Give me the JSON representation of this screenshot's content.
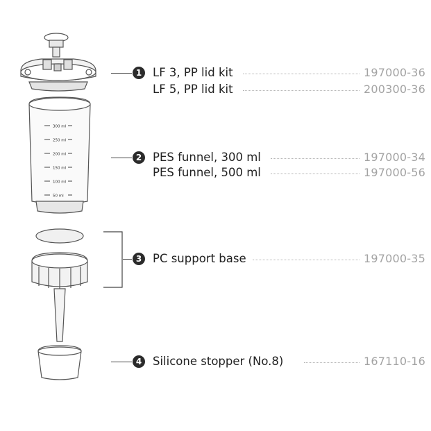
{
  "parts": [
    {
      "number": "1",
      "items": [
        {
          "label": "LF 3, PP lid kit",
          "code": "197000-36"
        },
        {
          "label": "LF 5, PP lid kit",
          "code": "200300-36"
        }
      ]
    },
    {
      "number": "2",
      "items": [
        {
          "label": "PES funnel, 300 ml",
          "code": "197000-34"
        },
        {
          "label": "PES funnel, 500 ml",
          "code": "197000-56"
        }
      ]
    },
    {
      "number": "3",
      "items": [
        {
          "label": "PC support base",
          "code": "197000-35"
        }
      ]
    },
    {
      "number": "4",
      "items": [
        {
          "label": "Silicone stopper (No.8)",
          "code": "167110-16"
        }
      ]
    }
  ],
  "funnel_scale": [
    "300 ml",
    "250 ml",
    "200 ml",
    "150 ml",
    "100 ml",
    "50 ml"
  ]
}
